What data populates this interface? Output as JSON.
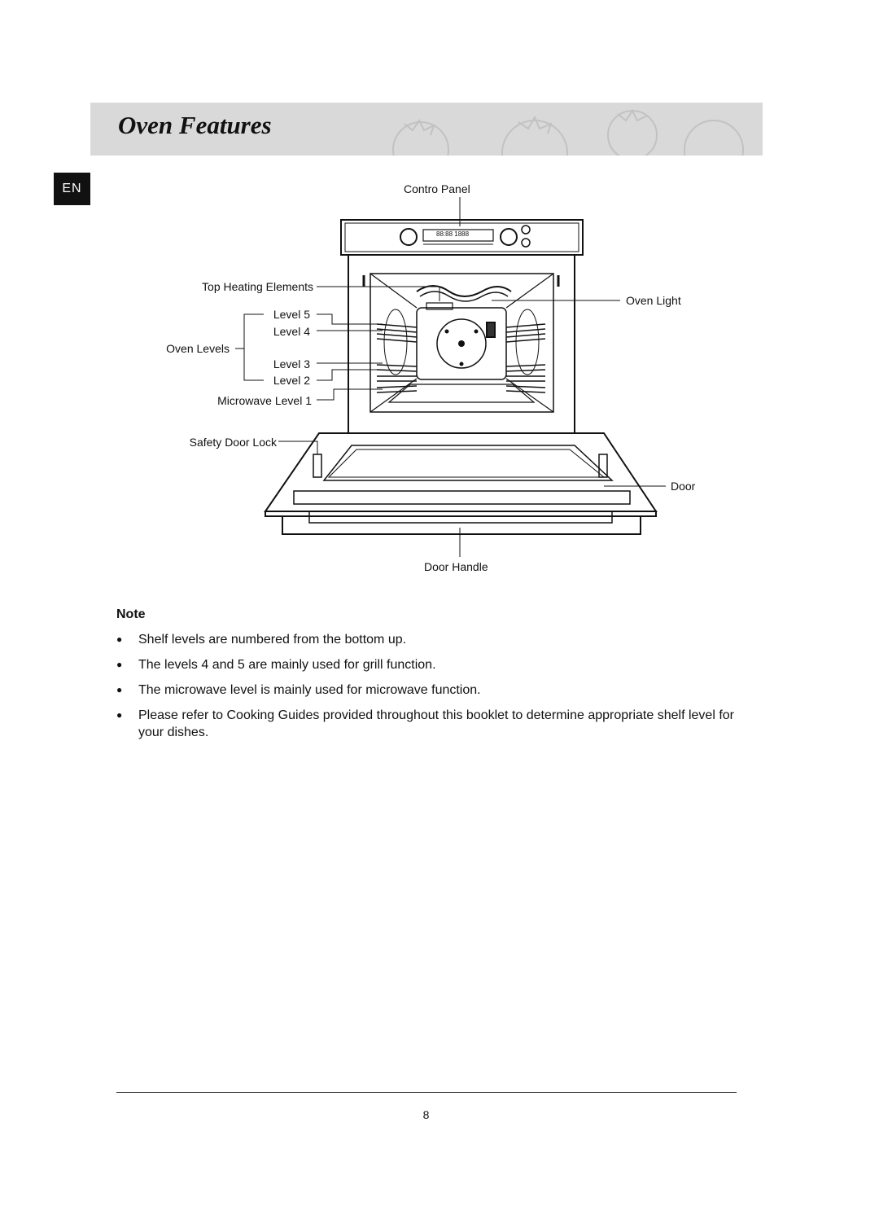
{
  "header": {
    "title": "Oven Features",
    "lang_tab": "EN"
  },
  "diagram": {
    "labels": {
      "control_panel": "Contro Panel",
      "top_heating": "Top Heating Elements",
      "level5": "Level 5",
      "level4": "Level 4",
      "oven_levels": "Oven Levels",
      "level3": "Level 3",
      "level2": "Level 2",
      "microwave_level": "Microwave Level 1",
      "safety_lock": "Safety Door Lock",
      "oven_light": "Oven Light",
      "door": "Door",
      "door_handle": "Door Handle"
    },
    "panel_display": "88:88 1888"
  },
  "note": {
    "title": "Note",
    "bullet": "●",
    "items": [
      "Shelf levels are numbered from the bottom up.",
      "The levels 4 and 5 are mainly used for grill function.",
      "The microwave level is mainly used for microwave function.",
      "Please refer to Cooking Guides provided throughout this booklet to determine appropriate shelf level for your dishes."
    ]
  },
  "footer": {
    "page_number": "8"
  }
}
